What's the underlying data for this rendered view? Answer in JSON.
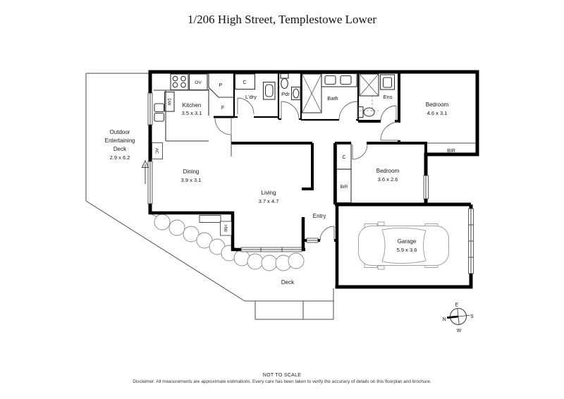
{
  "title": "1/206 High Street, Templestowe Lower",
  "footer": {
    "scale_note": "NOT TO SCALE",
    "disclaimer": "Disclaimer: All measurements are approximate estimations. Every care has been taken to verify the accuracy of details on this floorplan and brochure."
  },
  "rooms": {
    "outdoor_deck": {
      "line1": "Outdoor",
      "line2": "Entertaining",
      "line3": "Deck",
      "dims": "2.9 x 6.2"
    },
    "kitchen": {
      "name": "Kitchen",
      "dims": "3.5 x 3.1"
    },
    "dining": {
      "name": "Dining",
      "dims": "3.9 x 3.1"
    },
    "living": {
      "name": "Living",
      "dims": "3.7 x 4.7"
    },
    "laundry": {
      "name": "L'dry"
    },
    "powder": {
      "name": "Pdr"
    },
    "bath": {
      "name": "Bath"
    },
    "ensuite": {
      "name": "Ens"
    },
    "bedroom_main": {
      "name": "Bedroom",
      "dims": "4.6 x 3.1"
    },
    "bedroom_second": {
      "name": "Bedroom",
      "dims": "3.6 x 2.6"
    },
    "garage": {
      "name": "Garage",
      "dims": "5.9 x 3.6"
    },
    "entry": {
      "name": "Entry"
    },
    "deck": {
      "name": "Deck"
    }
  },
  "fixtures": {
    "oven": "OV",
    "pantry": "P",
    "fridge": "F",
    "laundry_cupboard": "C",
    "dishwasher": "DW",
    "air_conditioner": "AC",
    "hot_water": "HW",
    "bedroom2_cupboard": "C",
    "bedroom2_robe": "BIR",
    "bedroom1_robe": "BIR"
  },
  "compass": {
    "north": "N",
    "east": "E",
    "south": "S",
    "west": "W"
  },
  "colors": {
    "wall": "#000000",
    "thin_line": "#4a4a4a",
    "fixture_line": "#333333",
    "light_line": "#a0a0a0",
    "background": "#ffffff"
  }
}
